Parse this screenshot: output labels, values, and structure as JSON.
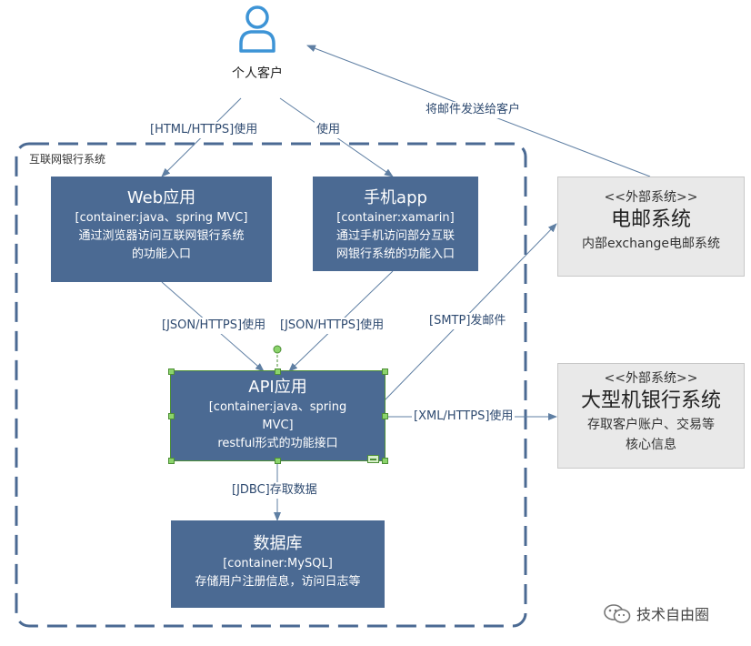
{
  "person": {
    "label": "个人客户",
    "icon": "person-icon"
  },
  "boundary": {
    "label": "互联网银行系统"
  },
  "containers": {
    "web": {
      "title": "Web应用",
      "tech": "[container:java、spring MVC]",
      "desc1": "通过浏览器访问互联网银行系统",
      "desc2": "的功能入口"
    },
    "mobile": {
      "title": "手机app",
      "tech": "[container:xamarin]",
      "desc1": "通过手机访问部分互联",
      "desc2": "网银行系统的功能入口"
    },
    "api": {
      "title": "API应用",
      "tech1": "[container:java、spring",
      "tech2": "MVC]",
      "desc": "restful形式的功能接口"
    },
    "db": {
      "title": "数据库",
      "tech": "[container:MySQL]",
      "desc": "存储用户注册信息，访问日志等"
    }
  },
  "external": {
    "mail": {
      "kind": "<<外部系统>>",
      "title": "电邮系统",
      "desc": "内部exchange电邮系统"
    },
    "mainframe": {
      "kind": "<<外部系统>>",
      "title": "大型机银行系统",
      "desc1": "存取客户账户、交易等",
      "desc2": "核心信息"
    }
  },
  "edges": {
    "person_web": "[HTML/HTTPS]使用",
    "person_mobile": "使用",
    "mail_person": "将邮件发送给客户",
    "web_api": "[JSON/HTTPS]使用",
    "mobile_api": "[JSON/HTTPS]使用",
    "api_mail": "[SMTP]发邮件",
    "api_mainframe": "[XML/HTTPS]使用",
    "api_db": "[JDBC]存取数据"
  },
  "watermark": {
    "text": "技术自由圈",
    "icon": "wechat-icon"
  },
  "colors": {
    "container": "#4b6a93",
    "boundary": "#4b6a93",
    "external": "#e9e9e9",
    "edge": "#5f7fa3",
    "selection": "#8bd46b"
  }
}
